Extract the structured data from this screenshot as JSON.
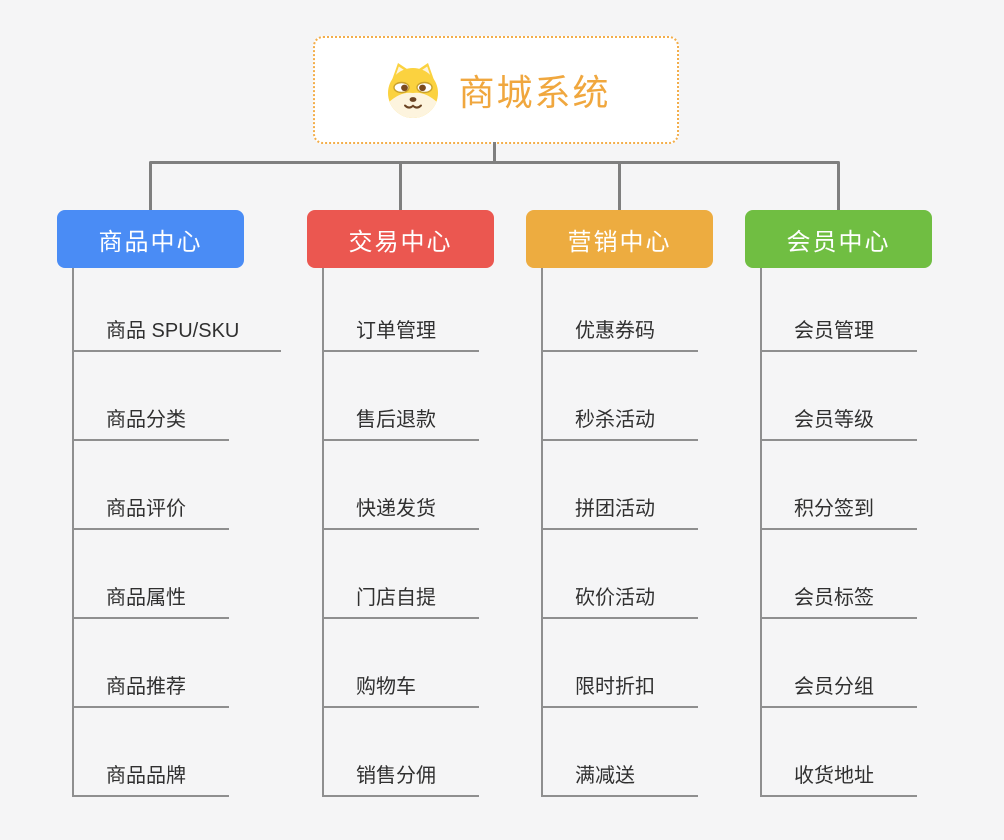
{
  "root": {
    "title": "商城系统",
    "icon": "shiba-dog-icon",
    "border_color": "#f3ae4b",
    "title_color": "#f0a73e"
  },
  "colors": {
    "background": "#f5f5f6",
    "connector": "#7f7f7f",
    "child_line": "#8f8f8f",
    "child_text": "#303030"
  },
  "branches": [
    {
      "label": "商品中心",
      "color": "#4a8cf5",
      "children": [
        "商品 SPU/SKU",
        "商品分类",
        "商品评价",
        "商品属性",
        "商品推荐",
        "商品品牌"
      ]
    },
    {
      "label": "交易中心",
      "color": "#eb5750",
      "children": [
        "订单管理",
        "售后退款",
        "快递发货",
        "门店自提",
        "购物车",
        "销售分佣"
      ]
    },
    {
      "label": "营销中心",
      "color": "#edac40",
      "children": [
        "优惠券码",
        "秒杀活动",
        "拼团活动",
        "砍价活动",
        "限时折扣",
        "满减送"
      ]
    },
    {
      "label": "会员中心",
      "color": "#70be42",
      "children": [
        "会员管理",
        "会员等级",
        "积分签到",
        "会员标签",
        "会员分组",
        "收货地址"
      ]
    }
  ]
}
